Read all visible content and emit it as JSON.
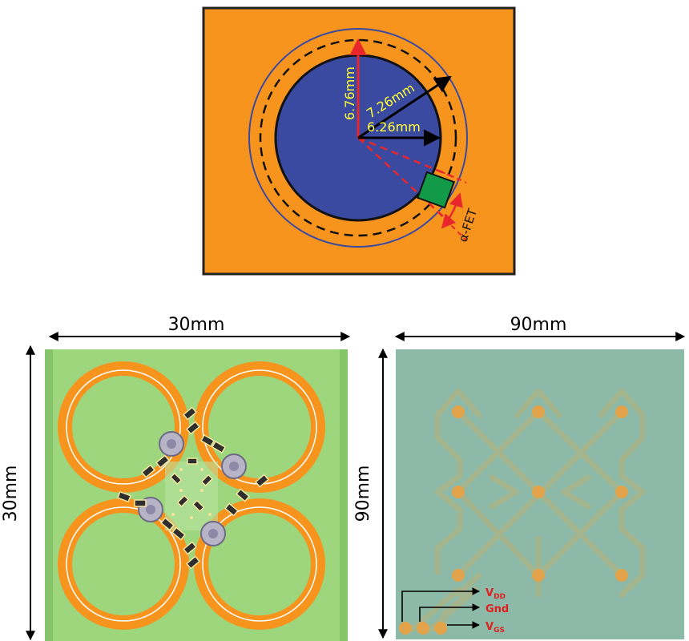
{
  "top": {
    "labels": {
      "outer_radius": "7.26mm",
      "mid_radius": "6.76mm",
      "inner_radius": "6.26mm",
      "switch": "α-FET"
    },
    "colors": {
      "background": "#F7941E",
      "disc": "#3A4AA0",
      "switch": "#139A48",
      "label": "#FFFF33",
      "accent": "#E8262B"
    }
  },
  "left": {
    "width_label": "30mm",
    "height_label": "30mm",
    "colors": {
      "board": "#9ED67E",
      "ring": "#F7941E",
      "chip": "#B7B4C8"
    }
  },
  "right": {
    "width_label": "90mm",
    "height_label": "90mm",
    "pins": {
      "vdd_main": "V",
      "vdd_sub": "DD",
      "gnd": "Gnd",
      "vgs_main": "V",
      "vgs_sub": "GS"
    },
    "colors": {
      "board": "#8DB9A8",
      "trace": "#A9B488",
      "pad": "#E2A34A",
      "pin_label": "#E0201E"
    }
  }
}
